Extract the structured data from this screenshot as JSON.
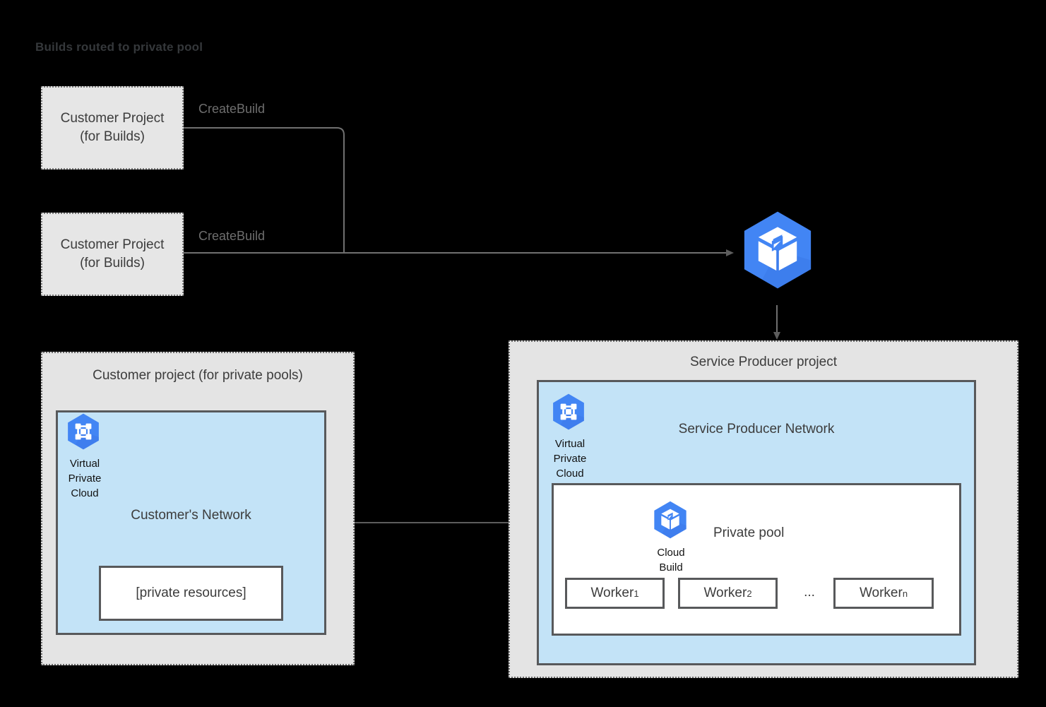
{
  "diagram": {
    "title": "Builds routed to private pool"
  },
  "customer_build_projects": [
    {
      "line1": "Customer Project",
      "line2": "(for Builds)",
      "edge_label": "CreateBuild"
    },
    {
      "line1": "Customer Project",
      "line2": "(for Builds)",
      "edge_label": "CreateBuild"
    }
  ],
  "cloud_build_service": {
    "icon": "cloud-build-hexagon-icon"
  },
  "customer_private_pool_project": {
    "panel_title": "Customer project (for private pools)",
    "network_title": "Customer's Network",
    "vpc": {
      "icon": "virtual-private-cloud-hexagon-icon",
      "caption_lines": [
        "Virtual",
        "Private",
        "Cloud"
      ]
    },
    "private_resources_label": "[private resources]"
  },
  "service_producer_project": {
    "panel_title": "Service Producer project",
    "network_title": "Service Producer Network",
    "vpc": {
      "icon": "virtual-private-cloud-hexagon-icon",
      "caption_lines": [
        "Virtual",
        "Private",
        "Cloud"
      ]
    },
    "private_pool": {
      "label": "Private pool",
      "cloud_build_icon": "cloud-build-hexagon-icon",
      "cloud_build_caption_lines": [
        "Cloud",
        "Build"
      ],
      "workers": [
        {
          "name": "Worker",
          "subscript": "1"
        },
        {
          "name": "Worker",
          "subscript": "2"
        },
        {
          "name": "Worker",
          "subscript": "n"
        }
      ],
      "ellipsis": "..."
    }
  },
  "colors": {
    "background": "#000000",
    "panel_fill": "#e4e4e4",
    "panel_border": "#6b6b6b",
    "network_fill": "#c3e3f7",
    "network_border": "#58595b",
    "box_fill": "#ffffff",
    "gcp_blue": "#4285f4",
    "gcp_blue_dark": "#3b78e7",
    "text": "#3c3c3c",
    "muted_text": "#6e6e6e",
    "connector": "#707070"
  }
}
